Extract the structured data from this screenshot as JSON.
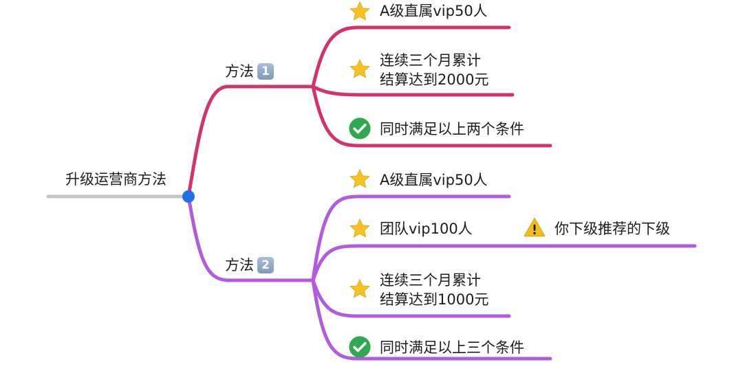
{
  "root": {
    "label": "升级运营商方法"
  },
  "methods": [
    {
      "label": "方法",
      "badge": "1",
      "color": "#d2336e",
      "items": [
        {
          "icon": "star-icon",
          "lines": [
            "A级直属vip50人"
          ]
        },
        {
          "icon": "star-icon",
          "lines": [
            "连续三个月累计",
            "结算达到2000元"
          ]
        },
        {
          "icon": "check-icon",
          "lines": [
            "同时满足以上两个条件"
          ]
        }
      ]
    },
    {
      "label": "方法",
      "badge": "2",
      "color": "#b25ae0",
      "items": [
        {
          "icon": "star-icon",
          "lines": [
            "A级直属vip50人"
          ]
        },
        {
          "icon": "star-icon",
          "lines": [
            "团队vip100人"
          ],
          "note": {
            "icon": "warning-icon",
            "text": "你下级推荐的下级"
          }
        },
        {
          "icon": "star-icon",
          "lines": [
            "连续三个月累计",
            "结算达到1000元"
          ]
        },
        {
          "icon": "check-icon",
          "lines": [
            "同时满足以上三个条件"
          ]
        }
      ]
    }
  ],
  "colors": {
    "root_line": "#c4c4c4",
    "root_dot": "#1f6fe5",
    "text": "#1c1c1c",
    "star": "#f6c224",
    "check": "#2fa84f",
    "warning": "#f4be1a"
  }
}
